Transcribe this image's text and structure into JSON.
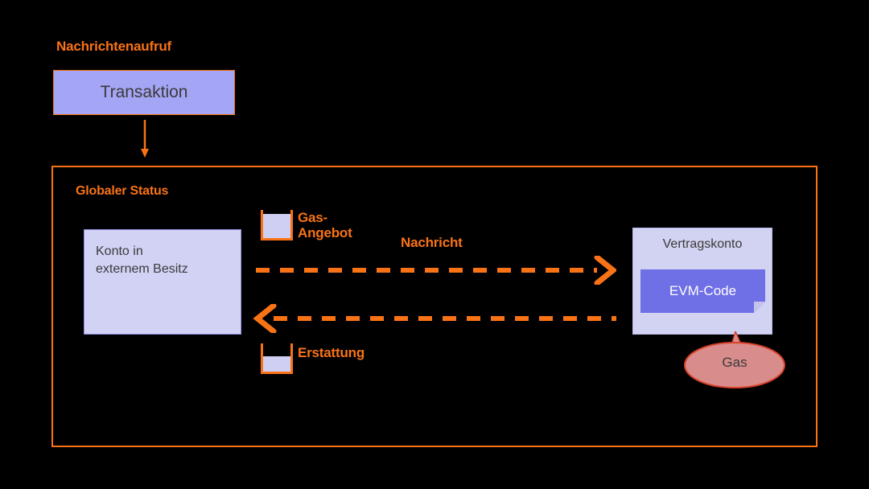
{
  "diagram": {
    "title_label": "Nachrichtenaufruf",
    "frame_label": "Globaler Status",
    "transaction": {
      "label": "Transaktion"
    },
    "eoa": {
      "label": "Konto in\nexternem Besitz"
    },
    "contract": {
      "title": "Vertragskonto",
      "evm_label": "EVM-Code",
      "gas_label": "Gas"
    },
    "beakers": [
      {
        "name": "gas-offer",
        "label": "Gas-\nAngebot",
        "fill_percent": 79
      },
      {
        "name": "refund",
        "label": "Erstattung",
        "fill_percent": 50
      }
    ],
    "message": {
      "label": "Nachricht"
    },
    "colors": {
      "background": "#000000",
      "accent_orange": "#f97316",
      "transaction_fill": "#a5a5f5",
      "account_fill": "#d2d2f5",
      "contract_fill": "#d2d2f2",
      "evm_fill": "#6f6fe6",
      "evm_fold": "#c3c3ee",
      "gas_ellipse_fill": "#d98c8c",
      "gas_ellipse_stroke": "#d8422a",
      "text_dark": "#3a3a3a",
      "text_light": "#ffffff",
      "beaker_liquid": "#cfcff4"
    }
  }
}
